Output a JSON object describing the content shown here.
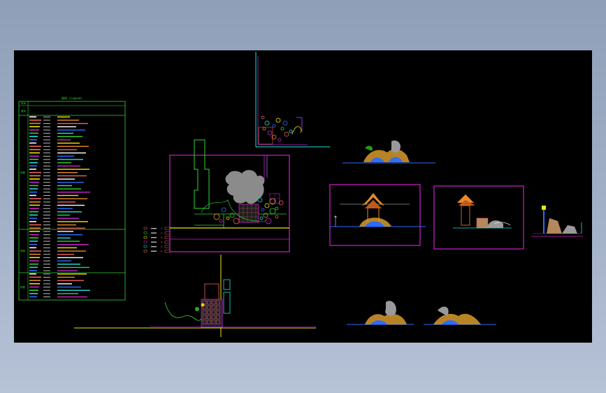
{
  "legend": {
    "title": "图例 (Legend)",
    "categories": [
      "乔木",
      "灌木",
      "地被",
      "其他",
      "构筑"
    ],
    "row_count": 56
  },
  "symbol_key": {
    "items": [
      "1",
      "2",
      "3",
      "4",
      "5",
      "6"
    ]
  },
  "colors": {
    "canvas": "#000000",
    "grid_green": "#2fd72f",
    "frame_magenta": "#cc22cc",
    "ground_blue": "#2b6cff",
    "section_yellow": "#f2e600",
    "wall_cyan": "#22e0e0",
    "pavilion_orange": "#e88a2a",
    "rock_gray": "#9a9a9a"
  },
  "views": [
    {
      "id": "site-plan",
      "kind": "plan"
    },
    {
      "id": "corner-plan",
      "kind": "plan"
    },
    {
      "id": "section-a",
      "kind": "section"
    },
    {
      "id": "pavilion-elevation",
      "kind": "elevation"
    },
    {
      "id": "pavilion-side",
      "kind": "elevation"
    },
    {
      "id": "small-section",
      "kind": "section"
    },
    {
      "id": "tower-section",
      "kind": "section"
    },
    {
      "id": "rock-elevations",
      "kind": "elevation"
    }
  ]
}
